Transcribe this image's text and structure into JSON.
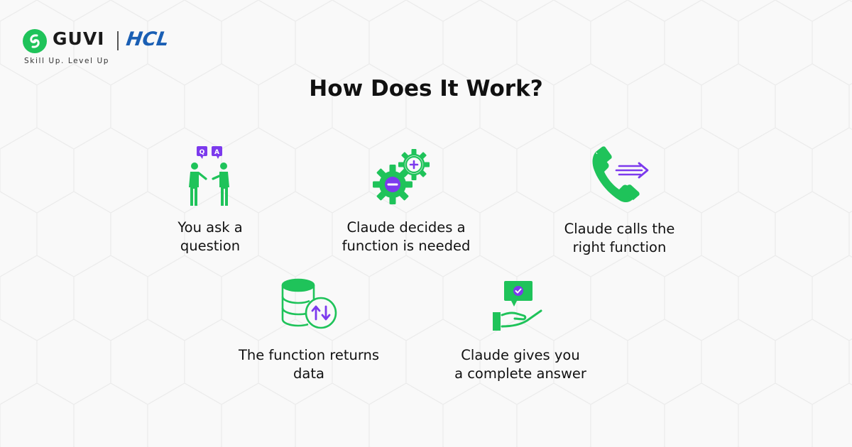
{
  "brand": {
    "name": "GUVI",
    "partner": "HCL",
    "tagline": "Skill Up. Level Up"
  },
  "title": "How Does It Work?",
  "colors": {
    "accent_green": "#1fc35a",
    "accent_purple": "#7c3aed",
    "text": "#111111",
    "partner_blue": "#1a5fb4"
  },
  "steps": [
    {
      "icon": "question-answer-people-icon",
      "badge_q": "Q",
      "badge_a": "A",
      "line1": "You ask a",
      "line2": "question"
    },
    {
      "icon": "gears-plus-minus-icon",
      "line1": "Claude decides a",
      "line2": "function is needed"
    },
    {
      "icon": "phone-call-arrow-icon",
      "line1": "Claude calls the",
      "line2": "right function"
    },
    {
      "icon": "database-sync-icon",
      "line1": "The function returns",
      "line2": "data"
    },
    {
      "icon": "hand-check-message-icon",
      "line1": "Claude gives you",
      "line2": "a complete answer"
    }
  ]
}
